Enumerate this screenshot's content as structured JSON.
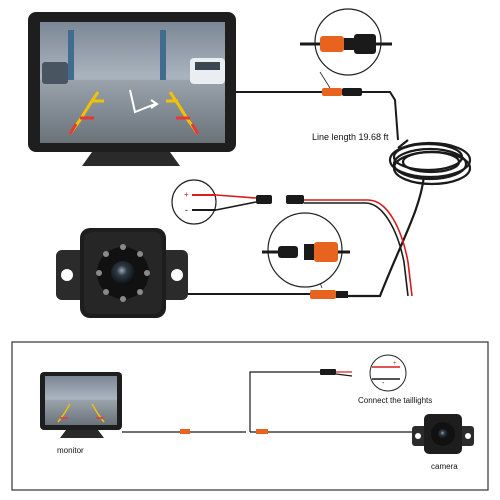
{
  "labels": {
    "line_length": "Line length 19.68 ft",
    "connect_taillights": "Connect the taillights",
    "monitor": "monitor",
    "camera": "camera"
  },
  "wire_signs": {
    "plus": "+",
    "minus": "-"
  },
  "colors": {
    "cable": "#1a1a1a",
    "connector_orange": "#e8641e",
    "power_red": "#d81b1b",
    "border": "#333333",
    "guide_red": "#e53935",
    "guide_yellow": "#f2c200"
  }
}
